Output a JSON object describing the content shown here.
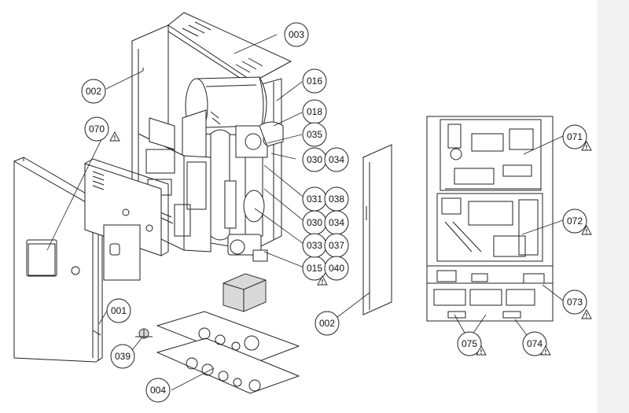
{
  "colors": {
    "background": "#ffffff",
    "line": "#222222",
    "shade": "#d9d9d9",
    "side_strip": "#f2f2f2"
  },
  "parts": {
    "p001": "001",
    "p002_left": "002",
    "p002_right": "002",
    "p003": "003",
    "p004": "004",
    "p015": "015",
    "p016": "016",
    "p018": "018",
    "p030_a": "030",
    "p030_b": "030",
    "p031": "031",
    "p033": "033",
    "p034_a": "034",
    "p034_b": "034",
    "p035": "035",
    "p037": "037",
    "p038": "038",
    "p039": "039",
    "p040": "040",
    "p070": "070",
    "p071": "071",
    "p072": "072",
    "p073": "073",
    "p074": "074",
    "p075": "075"
  },
  "warning_icon": "warning-triangle-icon",
  "warning_glyph": "!"
}
